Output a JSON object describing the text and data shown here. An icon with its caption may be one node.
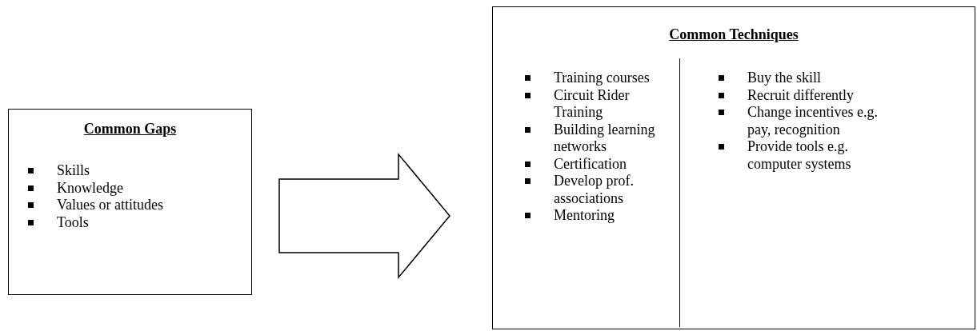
{
  "diagram": {
    "nodes": [
      {
        "text": [
          "Common Gaps",
          "Skills",
          "Knowledge",
          "Values or attitudes",
          "Tools"
        ]
      },
      {
        "text": [
          "Common Techniques",
          "Training courses",
          "Circuit Rider Training",
          "Building learning networks",
          "Certification",
          "Develop prof. associations",
          "Mentoring",
          "Buy the skill",
          "Recruit differently",
          "Change incentives e.g. pay, recognition",
          "Provide tools e.g. computer systems"
        ]
      }
    ],
    "edges": [
      {
        "from": 0,
        "to": 1,
        "arrow": "to",
        "style": "thick"
      }
    ]
  }
}
